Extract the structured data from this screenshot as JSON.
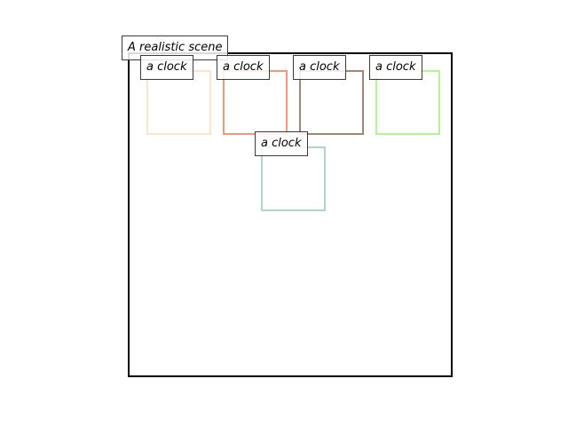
{
  "scene": {
    "caption": "A realistic scene"
  },
  "boxes": [
    {
      "label": "a clock",
      "color": "#ffe4cc"
    },
    {
      "label": "a clock",
      "color": "#ea9a7f"
    },
    {
      "label": "a clock",
      "color": "#a68473"
    },
    {
      "label": "a clock",
      "color": "#b3f58f"
    },
    {
      "label": "a clock",
      "color": "#b0d3cf"
    }
  ]
}
